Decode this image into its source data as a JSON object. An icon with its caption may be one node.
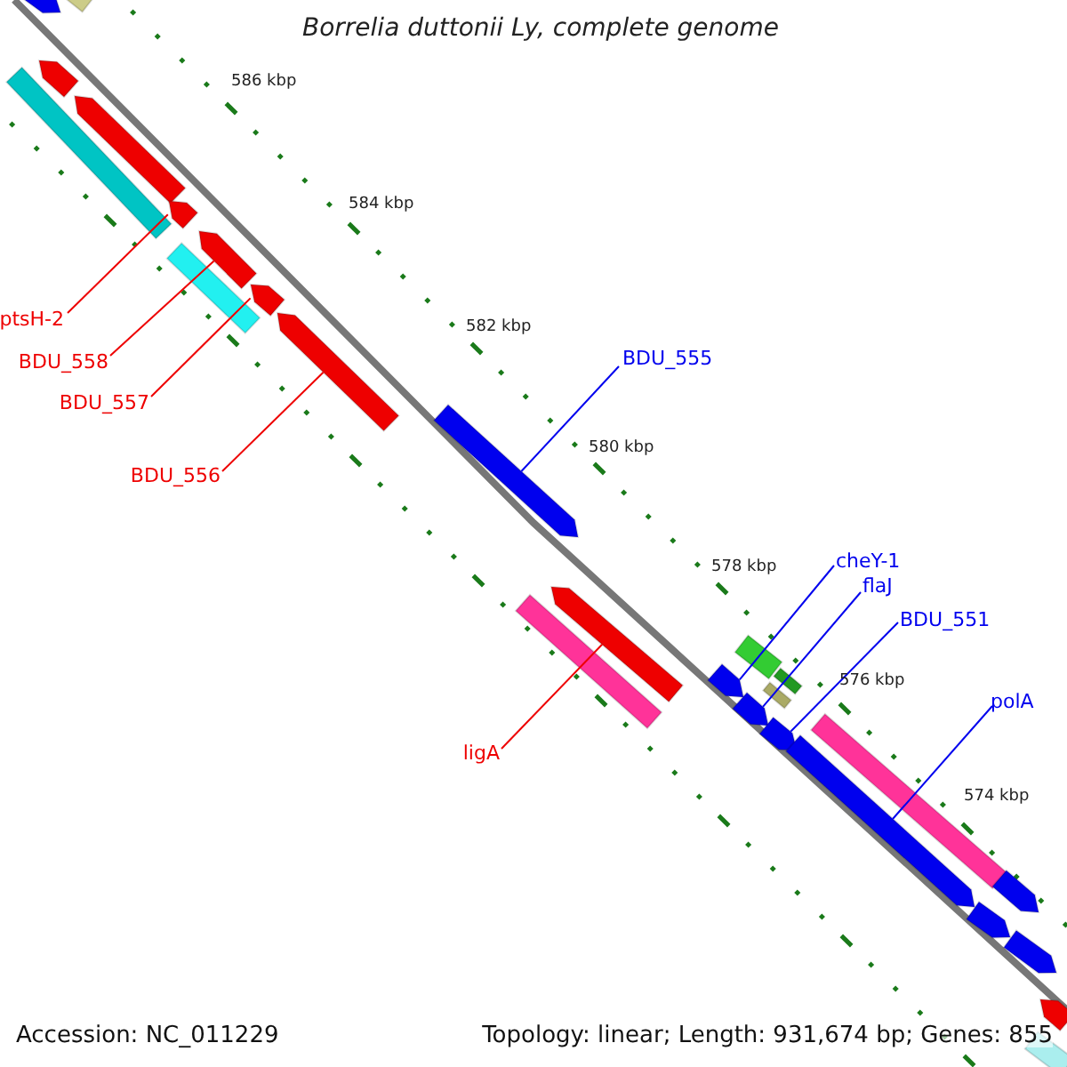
{
  "diagram": {
    "title": "Borrelia duttonii Ly, complete genome",
    "nodes": [
      {
        "text": [],
        "shape": "bar"
      },
      {
        "text": [],
        "shape": "bar"
      },
      {
        "text": [],
        "shape": "bar"
      },
      {
        "text": [],
        "shape": "bar"
      },
      {
        "text": [],
        "shape": "bar"
      },
      {
        "text": [],
        "shape": "bar"
      },
      {
        "text": [],
        "shape": "bar"
      },
      {
        "text": [],
        "shape": "bar"
      },
      {
        "text": [],
        "shape": "bar"
      },
      {
        "text": [],
        "shape": "bar"
      },
      {
        "text": [],
        "shape": "bar"
      },
      {
        "text": [],
        "shape": "bar"
      },
      {
        "text": [],
        "shape": "bar"
      },
      {
        "text": [],
        "shape": "bar"
      },
      {
        "text": [],
        "shape": "bar"
      },
      {
        "text": [],
        "shape": "bar"
      },
      {
        "text": [],
        "shape": "bar"
      },
      {
        "text": [],
        "shape": "bar"
      },
      {
        "text": [],
        "shape": "bar"
      },
      {
        "text": [],
        "shape": "bar"
      },
      {
        "text": [],
        "shape": "bar"
      },
      {
        "text": [],
        "shape": "bar"
      },
      {
        "text": [],
        "shape": "bar"
      },
      {
        "text": [],
        "shape": "bar"
      },
      {
        "text": [],
        "shape": "bar"
      },
      {
        "text": [],
        "shape": "bar"
      },
      {
        "text": [
          "ptsH-2"
        ]
      },
      {
        "text": [
          "BDU_558"
        ]
      },
      {
        "text": [
          "BDU_557"
        ]
      },
      {
        "text": [
          "BDU_556"
        ]
      },
      {
        "text": [
          "BDU_555"
        ]
      },
      {
        "text": [
          "ligA"
        ]
      },
      {
        "text": [
          "cheY-1"
        ]
      },
      {
        "text": [
          "flaJ"
        ]
      },
      {
        "text": [
          "BDU_551"
        ]
      },
      {
        "text": [
          "polA"
        ]
      }
    ],
    "edges": [
      {
        "from": 26,
        "to": 5,
        "arrow": "none"
      },
      {
        "from": 27,
        "to": 7,
        "arrow": "none"
      },
      {
        "from": 28,
        "to": 8,
        "arrow": "none"
      },
      {
        "from": 29,
        "to": 9,
        "arrow": "none"
      },
      {
        "from": 30,
        "to": 10,
        "arrow": "none",
        "color": "#0000ee"
      },
      {
        "from": 31,
        "to": 12,
        "arrow": "none"
      },
      {
        "from": 32,
        "to": 16,
        "arrow": "none",
        "color": "#0000ee"
      },
      {
        "from": 33,
        "to": 17,
        "arrow": "none",
        "color": "#0000ee"
      },
      {
        "from": 34,
        "to": 18,
        "arrow": "none",
        "color": "#0000ee"
      },
      {
        "from": 35,
        "to": 20,
        "arrow": "none",
        "color": "#0000ee"
      }
    ],
    "labels": [
      "586 kbp",
      "584 kbp",
      "582 kbp",
      "580 kbp",
      "578 kbp",
      "576 kbp",
      "574 kbp",
      "Accession: NC_011229",
      "Topology: linear; Length: 931,674 bp; Genes: 855"
    ]
  }
}
